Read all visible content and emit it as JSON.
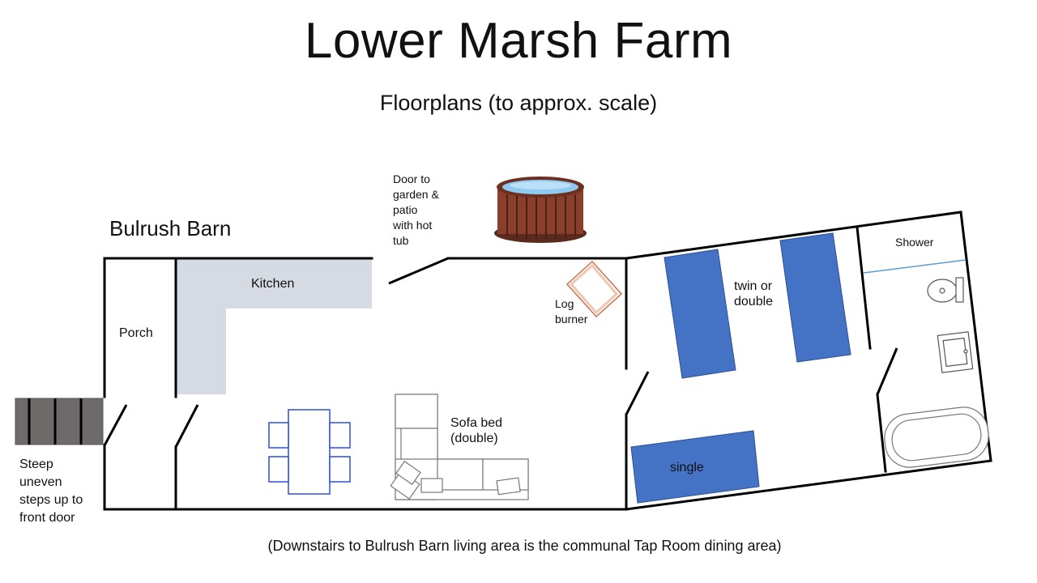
{
  "header": {
    "title": "Lower Marsh Farm",
    "subtitle": "Floorplans (to approx. scale)"
  },
  "building": {
    "name": "Bulrush Barn"
  },
  "rooms": {
    "porch": "Porch",
    "kitchen": "Kitchen",
    "log_burner": "Log\nburner",
    "sofa_bed": "Sofa bed\n(double)",
    "twin_or_double": "twin or\ndouble",
    "shower": "Shower",
    "single": "single"
  },
  "annotations": {
    "garden_door": "Door to\ngarden &\npatio\nwith hot\ntub",
    "front_steps": "Steep\nuneven\nsteps up to\nfront door"
  },
  "footnote": "(Downstairs to Bulrush Barn living area is the communal Tap Room dining area)",
  "colors": {
    "wall": "#000000",
    "kitchen_counter": "#d6dbe3",
    "bed": "#4472c4",
    "bed_outline": "#2f528f",
    "table_outline": "#2f4fd6",
    "steps": "#6e6a6a",
    "log_burner": "#e8b49a",
    "hot_tub_wood": "#7a3a2a",
    "hot_tub_water": "#8fc9ef"
  }
}
